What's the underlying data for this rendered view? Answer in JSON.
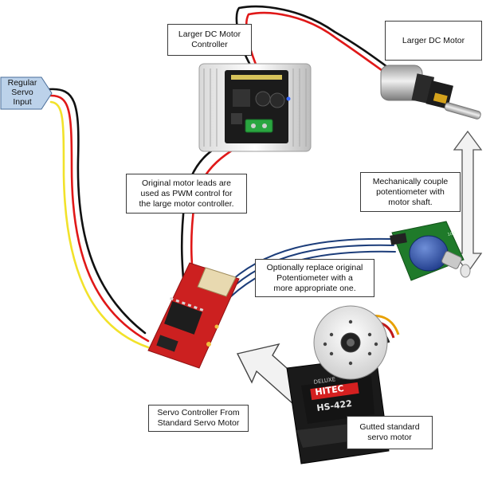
{
  "labels": {
    "servo_input": "Regular\nServo\nInput",
    "dc_controller": "Larger DC Motor\nController",
    "dc_motor": "Larger DC Motor",
    "motor_leads": "Original motor leads are\nused as PWM control for\nthe large motor controller.",
    "couple_pot": "Mechanically couple\npotentiometer with\nmotor shaft.",
    "replace_pot": "Optionally replace original\nPotentiometer with a\nmore appropriate one.",
    "servo_controller": "Servo Controller From\nStandard Servo Motor",
    "gutted_servo": "Gutted standard\nservo motor"
  },
  "servo_branding": {
    "brand": "HITEC",
    "model": "HS-422",
    "deluxe": "DELUXE"
  },
  "colors": {
    "wire_black": "#111111",
    "wire_red": "#e01818",
    "wire_yellow": "#f2e22a",
    "wire_blue": "#1c3d7a",
    "pcb_red": "#cc2020",
    "pcb_green": "#1f7a2a",
    "arrow_fill": "#f2f2f2",
    "label_border": "#3a3a3a"
  }
}
